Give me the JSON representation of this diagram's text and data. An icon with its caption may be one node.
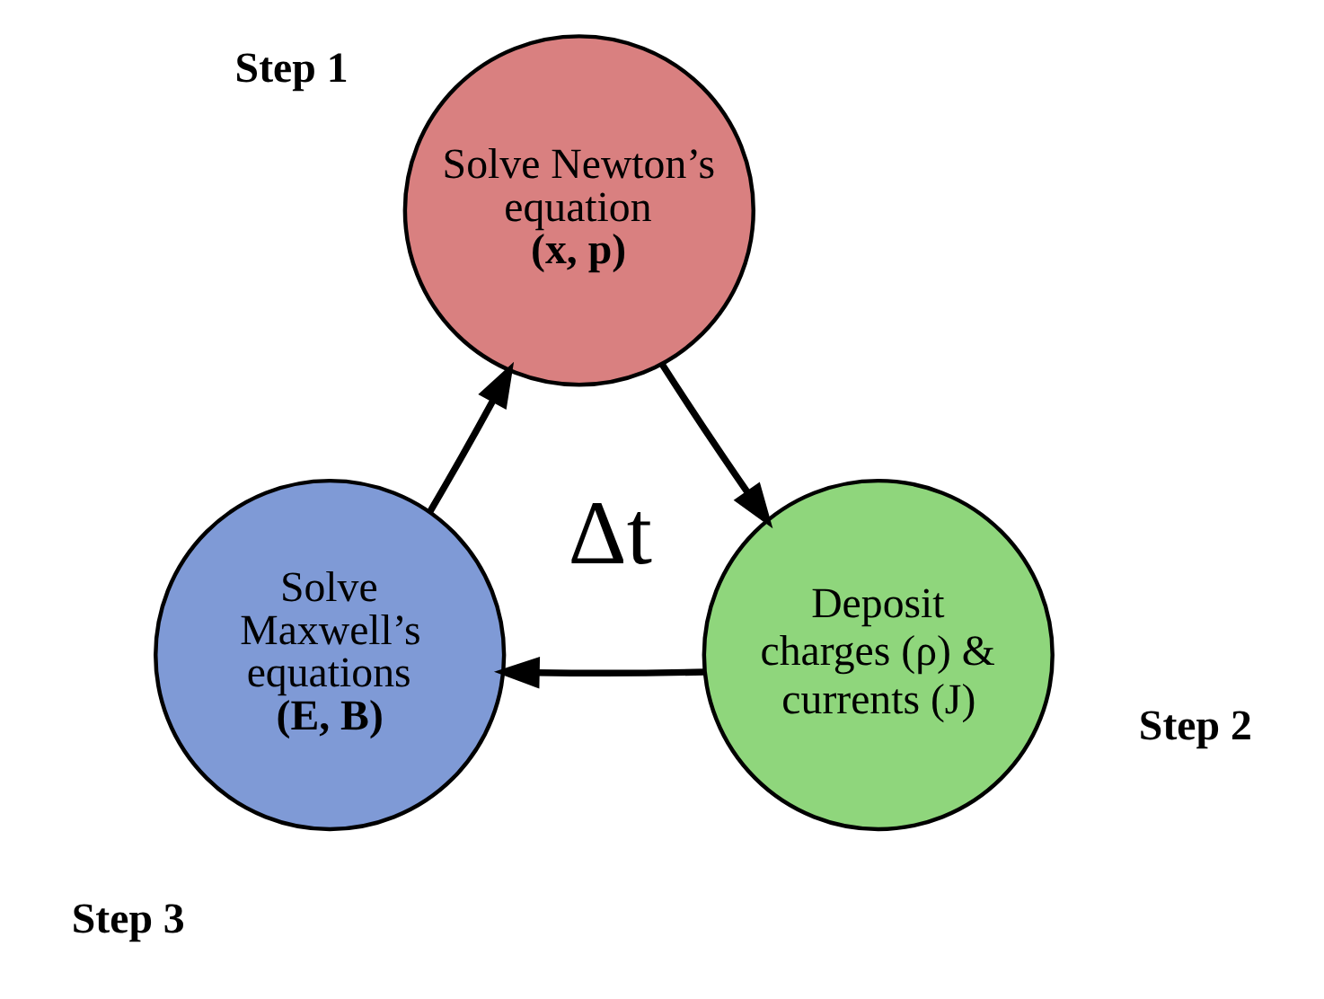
{
  "diagram": {
    "nodes": [
      {
        "text": [
          "Solve Newton’s equation",
          "(x, p)"
        ],
        "beside": [
          "Step 1"
        ]
      },
      {
        "text": [
          "Deposit charges (ρ) & currents (J)"
        ],
        "beside": [
          "Step 2"
        ]
      },
      {
        "text": [
          "Solve Maxwell’s equations",
          "(E, B)"
        ],
        "beside": [
          "Step 3"
        ]
      }
    ],
    "edges": [
      {
        "from": 0,
        "to": 1,
        "arrow": "to"
      },
      {
        "from": 1,
        "to": 2,
        "arrow": "to"
      },
      {
        "from": 2,
        "to": 0,
        "arrow": "to"
      }
    ],
    "labels": [
      "Δt"
    ]
  }
}
